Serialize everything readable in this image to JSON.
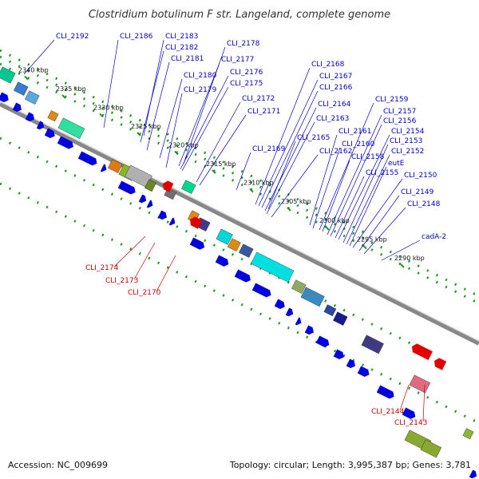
{
  "title": "Clostridium botulinum F str. Langeland, complete genome",
  "footer": {
    "accession": "Accession: NC_009699",
    "topology": "Topology: circular; Length: 3,995,387 bp; Genes: 3,781"
  },
  "colors": {
    "forward_label": "#0000cc",
    "reverse_label": "#cc0000",
    "backbone": "#888888",
    "dots": "#1a9a1a",
    "forward_gene": "#0000e0",
    "reverse_gene": "#e00000"
  },
  "ticks": [
    "2340 kbp",
    "2335 kbp",
    "2330 kbp",
    "2325 kbp",
    "2320 kbp",
    "2315 kbp",
    "2310 kbp",
    "2305 kbp",
    "2300 kbp",
    "2295 kbp",
    "2290 kbp"
  ],
  "forward_genes": [
    "CLI_2192",
    "CLI_2186",
    "CLI_2183",
    "CLI_2182",
    "CLI_2181",
    "CLI_2180",
    "CLI_2179",
    "CLI_2178",
    "CLI_2177",
    "CLI_2176",
    "CLI_2175",
    "CLI_2172",
    "CLI_2171",
    "CLI_2169",
    "CLI_2168",
    "CLI_2167",
    "CLI_2166",
    "CLI_2165",
    "CLI_2164",
    "CLI_2163",
    "CLI_2162",
    "CLI_2161",
    "CLI_2160",
    "CLI_2159",
    "CLI_2158",
    "CLI_2157",
    "CLI_2156",
    "CLI_2155",
    "CLI_2154",
    "CLI_2153",
    "CLI_2152",
    "eutE",
    "CLI_2150",
    "CLI_2149",
    "CLI_2148",
    "cadA-2"
  ],
  "reverse_genes": [
    "CLI_2174",
    "CLI_2173",
    "CLI_2170",
    "CLI_2144",
    "CLI_2143"
  ]
}
